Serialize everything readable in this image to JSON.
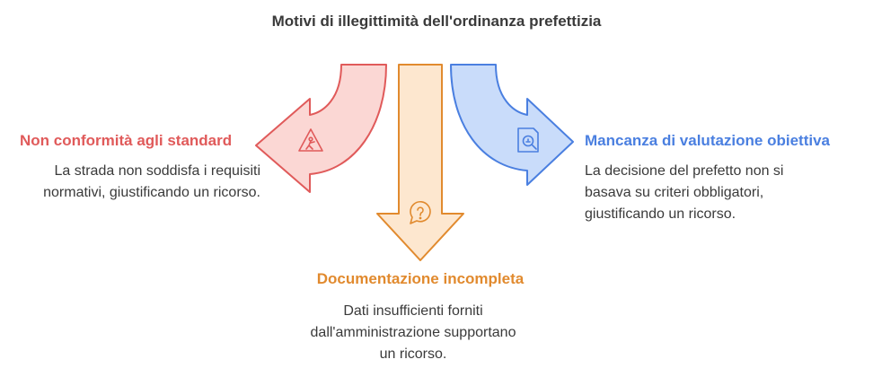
{
  "title": "Motivi di illegittimità dell'ordinanza prefettizia",
  "colors": {
    "red": "#e05a5a",
    "red_fill": "#fbd7d4",
    "orange": "#e18a2e",
    "orange_fill": "#fde7cf",
    "blue": "#4a7fe0",
    "blue_fill": "#c9dcfa"
  },
  "left": {
    "heading": "Non conformità agli standard",
    "text": "La strada non soddisfa i requisiti normativi, giustificando un ricorso.",
    "icon": "road-work-sign-icon"
  },
  "bottom": {
    "heading": "Documentazione incompleta",
    "text": "Dati insufficienti forniti dall'amministrazione supportano un ricorso.",
    "icon": "question-bubble-icon"
  },
  "right": {
    "heading": "Mancanza di valutazione obiettiva",
    "text": "La decisione del prefetto non si basava su criteri obbligatori, giustificando un ricorso.",
    "icon": "document-search-icon"
  }
}
